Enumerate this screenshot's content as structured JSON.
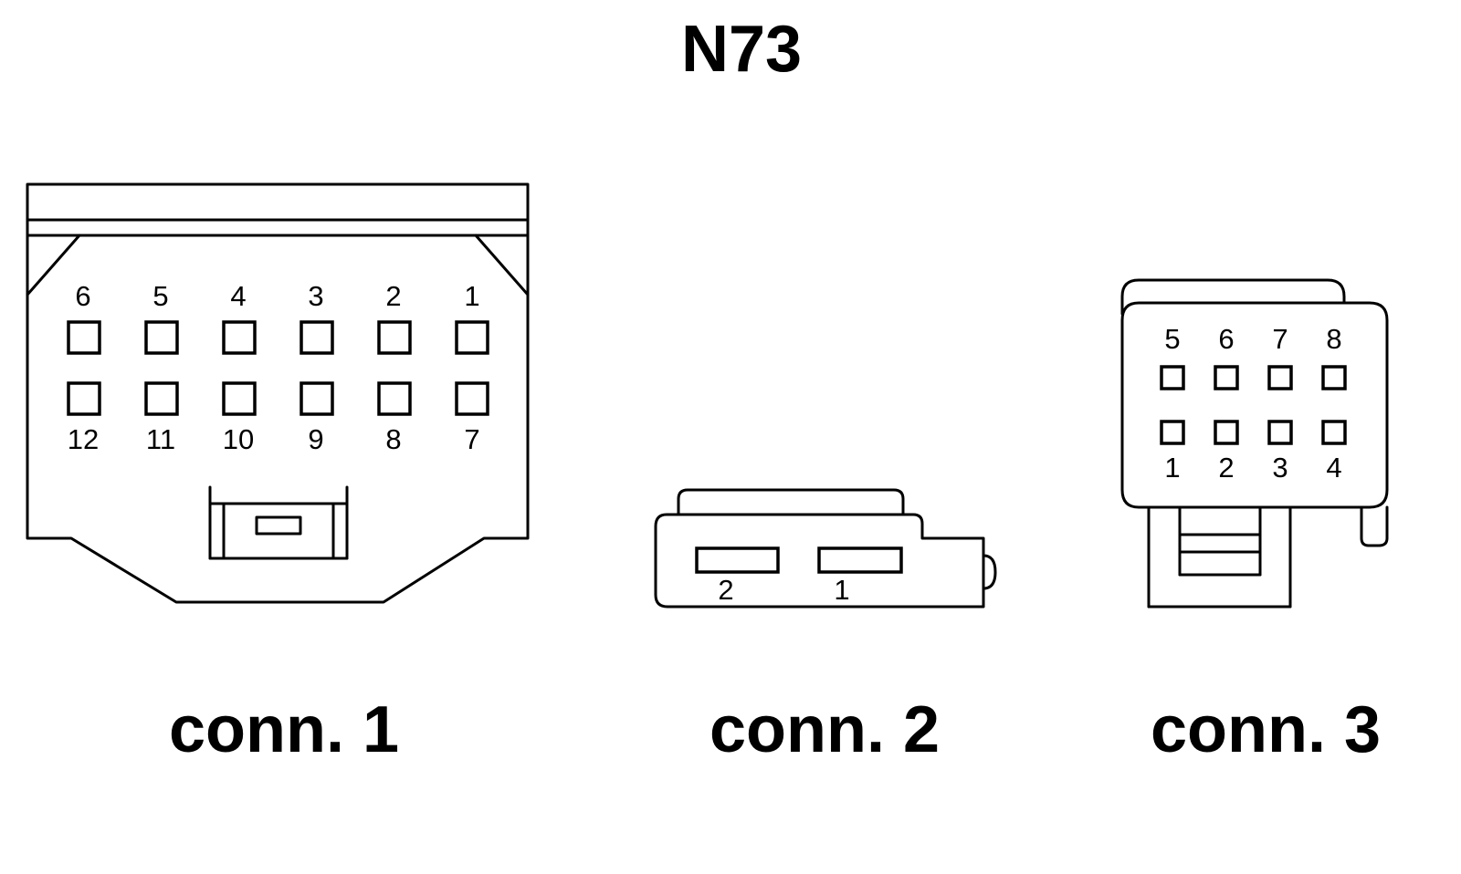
{
  "title": "N73",
  "connectors": [
    {
      "caption": "conn. 1",
      "pin_labels_top": [
        "6",
        "5",
        "4",
        "3",
        "2",
        "1"
      ],
      "pin_labels_bottom": [
        "12",
        "11",
        "10",
        "9",
        "8",
        "7"
      ]
    },
    {
      "caption": "conn. 2",
      "pin_labels": [
        "2",
        "1"
      ]
    },
    {
      "caption": "conn. 3",
      "pin_labels_top": [
        "5",
        "6",
        "7",
        "8"
      ],
      "pin_labels_bottom": [
        "1",
        "2",
        "3",
        "4"
      ]
    }
  ]
}
